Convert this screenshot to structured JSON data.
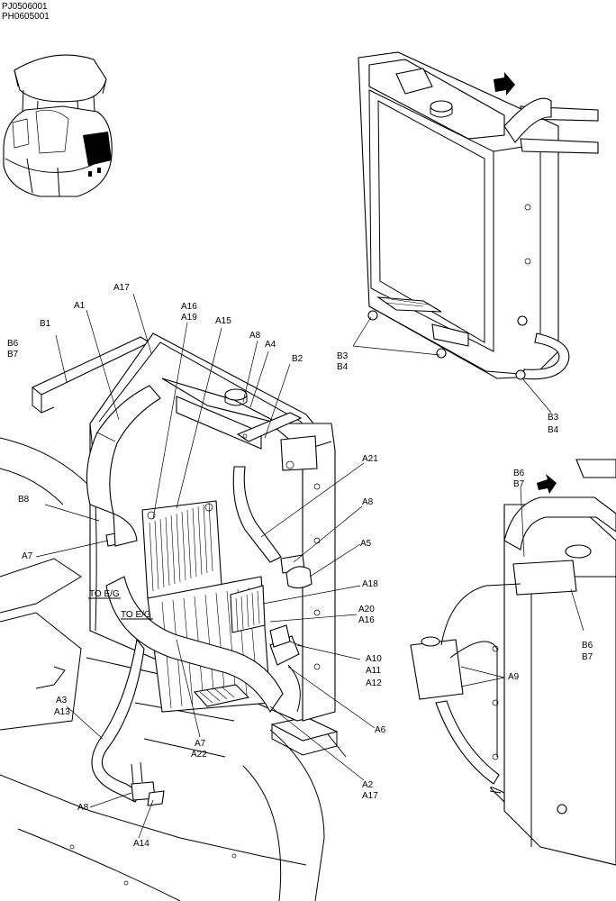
{
  "header": {
    "code1": "PJ0506001",
    "code2": "PH0605001"
  },
  "labels": {
    "a17_top": "A17",
    "a1": "A1",
    "a16_top": "A16",
    "a19": "A19",
    "a15": "A15",
    "a8_top": "A8",
    "a4": "A4",
    "b1": "B1",
    "b6_left": "B6",
    "b7_left": "B7",
    "b2": "B2",
    "a21": "A21",
    "b8": "B8",
    "a8_mid": "A8",
    "a5": "A5",
    "a7_left": "A7",
    "to_eg_1": "TO E/G",
    "to_eg_2": "TO E/G",
    "a18": "A18",
    "a20": "A20",
    "a16_mid": "A16",
    "a10": "A10",
    "a11": "A11",
    "a12": "A12",
    "a6": "A6",
    "a3": "A3",
    "a13": "A13",
    "a7_low": "A7",
    "a22": "A22",
    "a2": "A2",
    "a17_low": "A17",
    "a8_low": "A8",
    "a14": "A14",
    "b3_left": "B3",
    "b4_left": "B4",
    "b3_right": "B3",
    "b4_right": "B4",
    "b6_right": "B6",
    "b7_right": "B7",
    "b6_low": "B6",
    "b7_low": "B7",
    "a9": "A9"
  }
}
